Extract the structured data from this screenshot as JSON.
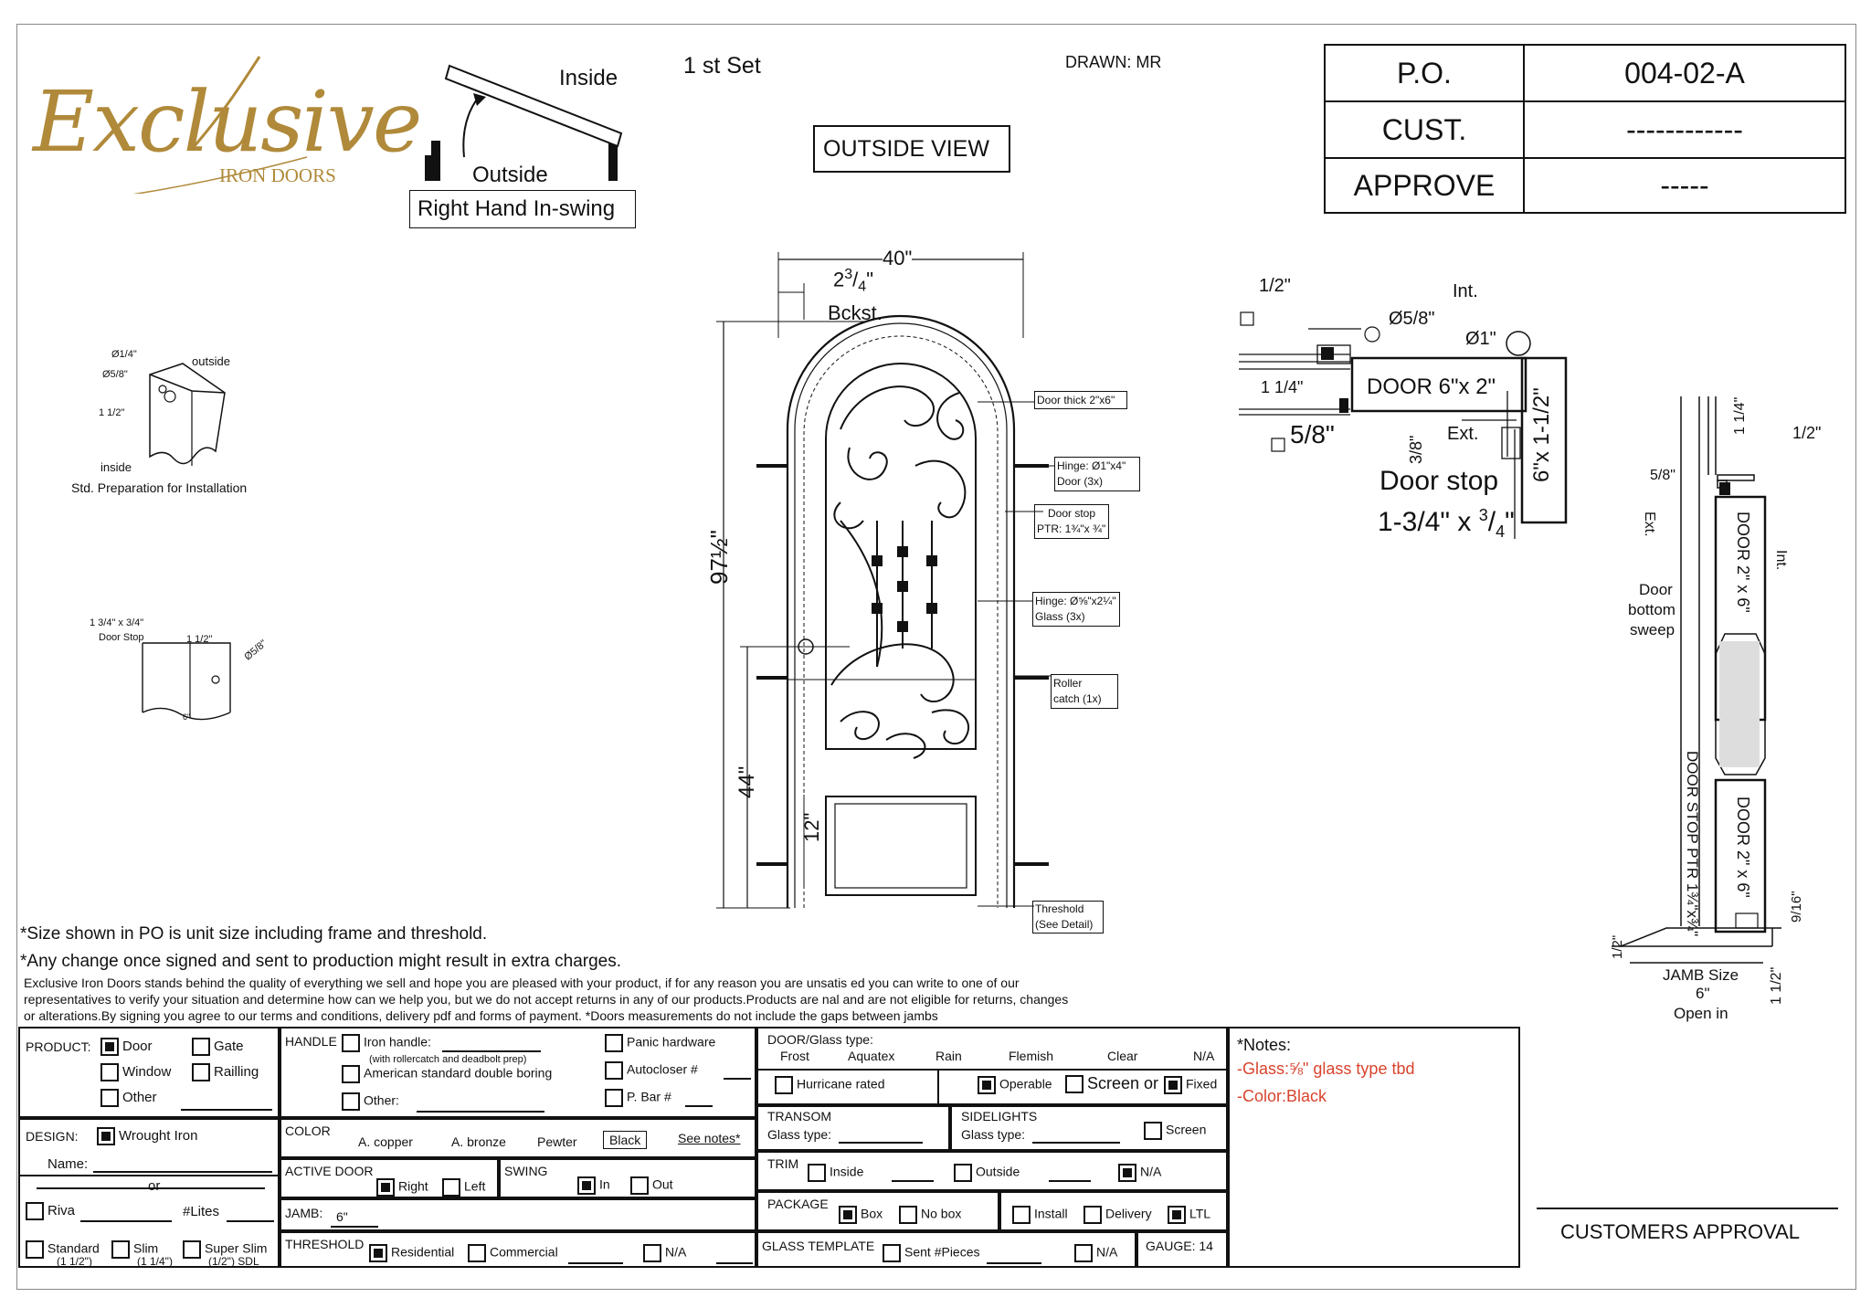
{
  "header": {
    "logo_main": "Exclusive",
    "logo_sub": "IRON DOORS",
    "inside": "Inside",
    "outside": "Outside",
    "swing": "Right Hand In-swing",
    "set": "1 st Set",
    "drawn": "DRAWN: MR",
    "view": "OUTSIDE VIEW"
  },
  "po": {
    "rows": [
      {
        "label": "P.O.",
        "value": "004-02-A"
      },
      {
        "label": "CUST.",
        "value": "------------"
      },
      {
        "label": "APPROVE",
        "value": "-----"
      }
    ]
  },
  "left_details": {
    "d1_diam_small": "Ø1/4\"",
    "d1_diam_big": "Ø5/8\"",
    "d1_outside": "outside",
    "d1_dim": "1 1/2\"",
    "d1_inside": "inside",
    "d1_caption": "Std. Preparation for Installation",
    "d2_stop": "1 3/4\" x 3/4\"",
    "d2_stop2": "Door Stop",
    "d2_dim": "1 1/2\"",
    "d2_diam": "Ø5/8\"",
    "d2_width": "6\""
  },
  "elevation": {
    "width": "40\"",
    "bckst_dim": "2",
    "bckst_num": "3",
    "bckst_den": "4",
    "bckst": "Bckst.",
    "height": "97½\"",
    "lower": "44\"",
    "panel": "12\"",
    "callouts": {
      "door_thick": "Door thick 2\"x6\"",
      "hinge1": "Hinge: Ø1\"x4\"",
      "hinge1b": "Door (3x)",
      "stop": "Door stop",
      "stop_b": "PTR: 1¾\"x ¾\"",
      "hinge2": "Hinge: Ø⅝\"x2¼\"",
      "hinge2b": "Glass (3x)",
      "roller": "Roller",
      "roller_b": "catch  (1x)",
      "threshold": "Threshold",
      "threshold_b": "(See Detail)"
    }
  },
  "plan_detail": {
    "half": "1/2\"",
    "diam58": "Ø5/8\"",
    "int": "Int.",
    "diam1": "Ø1\"",
    "one_quarter": "1 1/4\"",
    "door": "DOOR 6\"x 2\"",
    "five_eighth": "5/8\"",
    "ext": "Ext.",
    "three_eighth": "3/8\"",
    "side": "6\"x 1-1/2\"",
    "stop": "Door stop",
    "stop_dim": "1-3/4\" x",
    "stop_num": "3",
    "stop_den": "4"
  },
  "section_detail": {
    "one_quarter": "1 1/4\"",
    "half": "1/2\"",
    "five_eighth": "5/8\"",
    "ext": "Ext.",
    "int": "Int.",
    "door_top": "DOOR 2\" x 6\"",
    "sweep1": "Door",
    "sweep2": "bottom",
    "sweep3": "sweep",
    "stop": "DOOR STOP PTR 1¾\"x¾\"",
    "door_bot": "DOOR 2\" x 6\"",
    "nine16": "9/16\"",
    "half_b": "1/2\"",
    "jamb1": "JAMB Size",
    "jamb2": "6\"",
    "jamb3": "Open in",
    "right_dim": "1 1/2\""
  },
  "notes": {
    "n1": "*Size shown in PO is unit size including frame and threshold.",
    "n2": "*Any change once signed and sent to production might result in extra charges.",
    "p1": "Exclusive Iron Doors stands behind the quality of everything we sell and hope you are pleased with your product, if for any reason you are unsatis     ed you can write to one of our",
    "p2": "representatives to verify your situation and determine how can we help you, but we do not accept returns in any of our products.Products are      nal and are not eligible for returns, changes",
    "p3": "or alterations.By signing you agree to our terms and conditions, delivery pdf and forms of payment. *Doors measurements do not include the gaps between jambs"
  },
  "form": {
    "product_lbl": "PRODUCT:",
    "door": "Door",
    "gate": "Gate",
    "window": "Window",
    "railing": "Railling",
    "other": "Other",
    "design_lbl": "DESIGN:",
    "wrought": "Wrought Iron",
    "name_lbl": "Name:",
    "or": "or",
    "riva": "Riva",
    "lites": "#Lites",
    "standard": "Standard",
    "standard_sub": "(1 1/2\")",
    "slim": "Slim",
    "slim_sub": "(1 1/4\")",
    "superslim": "Super Slim",
    "superslim_sub": "(1/2\") SDL",
    "handle_lbl": "HANDLE",
    "iron_handle": "Iron handle:",
    "iron_handle_sub": "(with rollercatch and deadbolt prep)",
    "american": "American standard double boring",
    "handle_other": "Other:",
    "panic": "Panic hardware",
    "autocloser": "Autocloser #",
    "pbar": "P. Bar #",
    "color_lbl": "COLOR",
    "copper": "A. copper",
    "bronze": "A. bronze",
    "pewter": "Pewter",
    "black": "Black",
    "see_notes": "See notes*",
    "active_lbl": "ACTIVE DOOR",
    "right": "Right",
    "left": "Left",
    "swing_lbl": "SWING",
    "in": "In",
    "out": "Out",
    "jamb_lbl": "JAMB:",
    "jamb_val": "6\"",
    "threshold_lbl": "THRESHOLD",
    "residential": "Residential",
    "commercial": "Commercial",
    "na": "N/A",
    "glass_type_lbl": "DOOR/Glass type:",
    "frost": "Frost",
    "aquatex": "Aquatex",
    "rain": "Rain",
    "flemish": "Flemish",
    "clear": "Clear",
    "glass_na": "N/A",
    "hurricane": "Hurricane rated",
    "operable": "Operable",
    "screen_or": "Screen or",
    "fixed": "Fixed",
    "transom_lbl": "TRANSOM",
    "transom_glass": "Glass type:",
    "sidelights_lbl": "SIDELIGHTS",
    "side_glass": "Glass type:",
    "screen": "Screen",
    "trim_lbl": "TRIM",
    "trim_inside": "Inside",
    "trim_outside": "Outside",
    "trim_na": "N/A",
    "package_lbl": "PACKAGE",
    "box": "Box",
    "nobox": "No box",
    "install": "Install",
    "delivery": "Delivery",
    "ltl": "LTL",
    "template_lbl": "GLASS TEMPLATE",
    "sent": "Sent #Pieces",
    "template_na": "N/A",
    "gauge": "GAUGE: 14",
    "notes_lbl": "*Notes:",
    "note_glass": "-Glass:⅝\" glass type tbd",
    "note_color": "-Color:Black",
    "approval": "CUSTOMERS APPROVAL"
  },
  "colors": {
    "logo_gold": "#b08a3a",
    "note_red": "#d8442e"
  }
}
